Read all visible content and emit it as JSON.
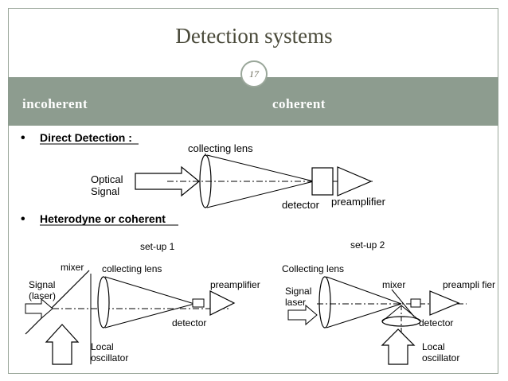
{
  "slide": {
    "title": "Detection systems",
    "page_number": "17",
    "left_heading": "incoherent",
    "right_heading": "coherent"
  },
  "diagram": {
    "direct": {
      "bullet": "•",
      "heading": "Direct Detection :",
      "lens_label": "collecting lens",
      "signal_line1": "Optical",
      "signal_line2": "Signal",
      "detector_label": "detector",
      "preamp_label": "preamplifier"
    },
    "heterodyne": {
      "bullet": "•",
      "heading": "Heterodyne or coherent",
      "setup1": {
        "title": "set-up 1",
        "mixer": "mixer",
        "lens": "collecting lens",
        "preamp": "preamplifier",
        "signal_line1": "Signal",
        "signal_line2": "(laser)",
        "detector": "detector",
        "local_line1": "Local",
        "local_line2": "oscillator"
      },
      "setup2": {
        "title": "set-up 2",
        "lens": "Collecting lens",
        "mixer": "mixer",
        "preamp": "preampli fier",
        "signal_line1": "Signal",
        "signal_line2": "laser",
        "detector": "detector",
        "local_line1": "Local",
        "local_line2": "oscillator"
      }
    }
  }
}
